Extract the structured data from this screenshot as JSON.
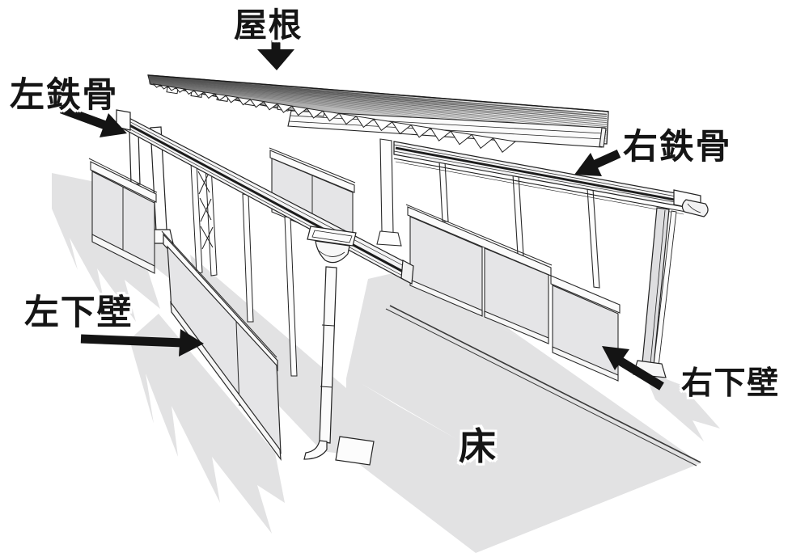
{
  "diagram": {
    "labels": {
      "roof": "屋根",
      "left_steel_frame": "左鉄骨",
      "right_steel_frame": "右鉄骨",
      "left_lower_wall": "左下壁",
      "right_lower_wall": "右下壁",
      "floor": "床"
    },
    "colors": {
      "background": "#ffffff",
      "line": "#222222",
      "panel_gray": "#e5e5e7",
      "floor_gray": "#e2e2e3",
      "arrow_black": "#141414",
      "roof_dark": "#7d7d7d"
    }
  }
}
